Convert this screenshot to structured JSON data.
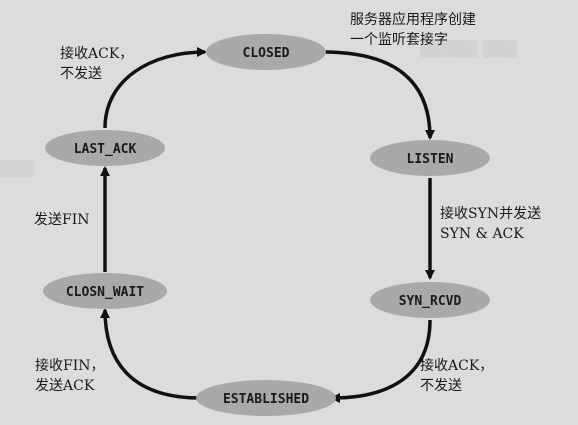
{
  "states": {
    "closed": "CLOSED",
    "listen": "LISTEN",
    "syn_rcvd": "SYN_RCVD",
    "established": "ESTABLISHED",
    "closn_wait": "CLOSN_WAIT",
    "last_ack": "LAST_ACK"
  },
  "transitions": {
    "closed_to_listen": "服务器应用程序创建\n一个监听套接字",
    "listen_to_syn_rcvd": "接收SYN并发送\nSYN & ACK",
    "syn_rcvd_to_established": "接收ACK，\n不发送",
    "established_to_closn_wait": "接收FIN，\n发送ACK",
    "closn_wait_to_last_ack": "发送FIN",
    "last_ack_to_closed": "接收ACK，\n不发送"
  },
  "colors": {
    "ellipse_fill": "#a9a9a9",
    "arrow": "#111111",
    "background": "#dcdcdc"
  }
}
